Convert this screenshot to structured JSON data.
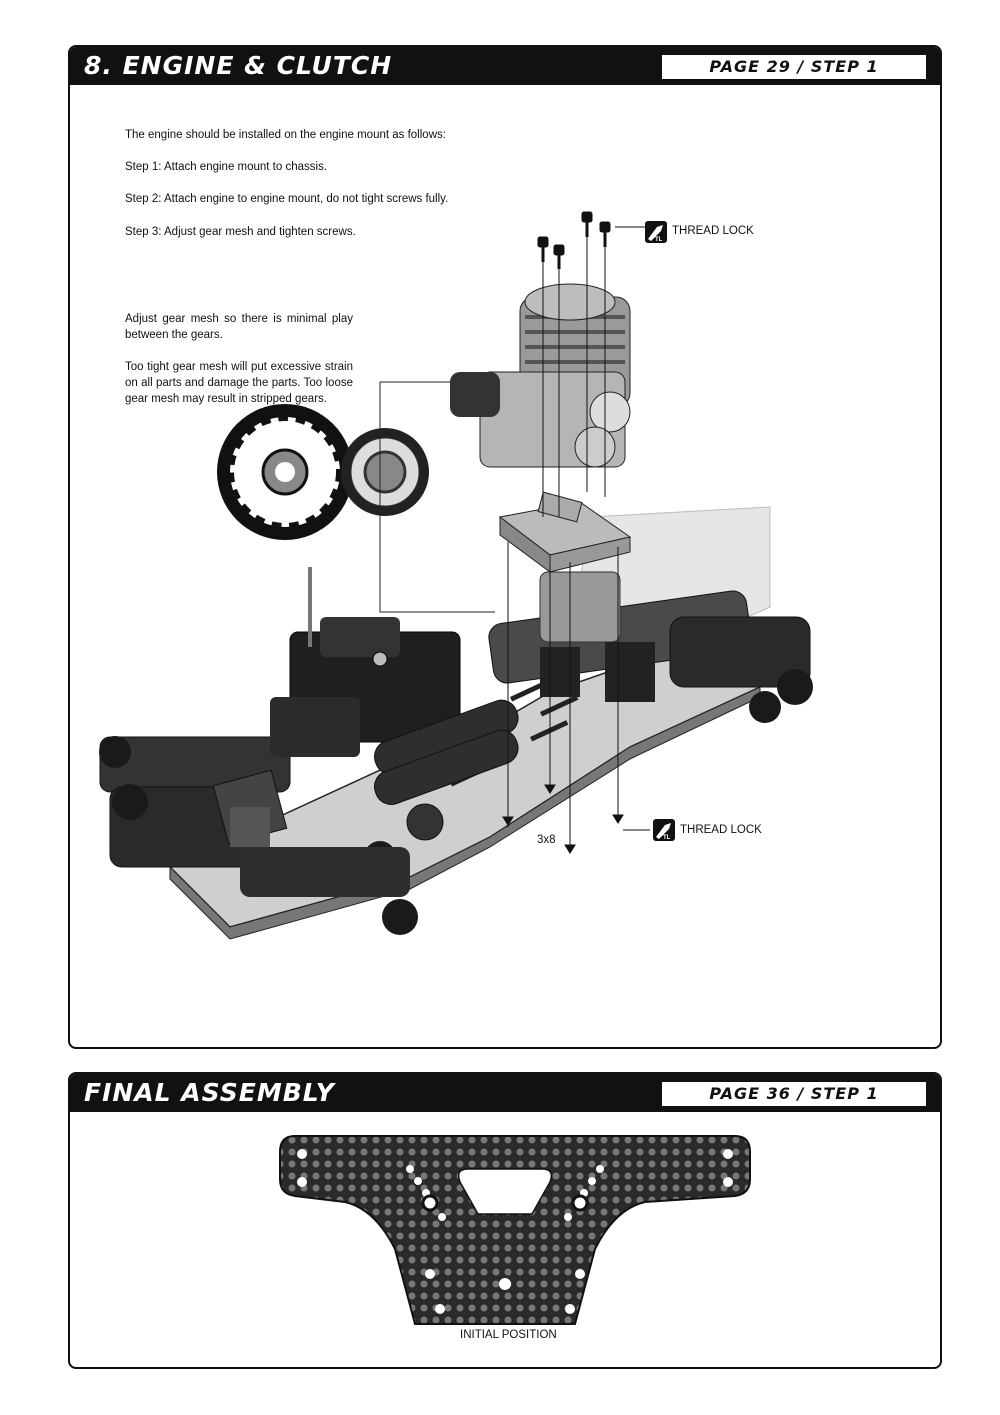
{
  "section1": {
    "title": "8. ENGINE & CLUTCH",
    "page_ref": "PAGE 29 / STEP 1",
    "intro": "The engine should be installed on the engine mount as follows:",
    "steps": [
      "Step 1: Attach engine mount to chassis.",
      "Step 2: Attach engine to engine mount, do not tight screws fully.",
      "Step 3: Adjust gear mesh and tighten screws."
    ],
    "note1": "Adjust gear mesh so there is minimal play between the gears.",
    "note2": "Too tight gear mesh will put excessive strain on all parts and damage the parts.  Too loose gear mesh may result in stripped gears.",
    "labels": {
      "thread_lock_top": "THREAD LOCK",
      "thread_lock_bottom": "THREAD LOCK",
      "screw_size": "3x8",
      "tl_icon_text": "TL"
    }
  },
  "section2": {
    "title": "FINAL ASSEMBLY",
    "page_ref": "PAGE 36 / STEP 1",
    "caption": "INITIAL POSITION"
  }
}
